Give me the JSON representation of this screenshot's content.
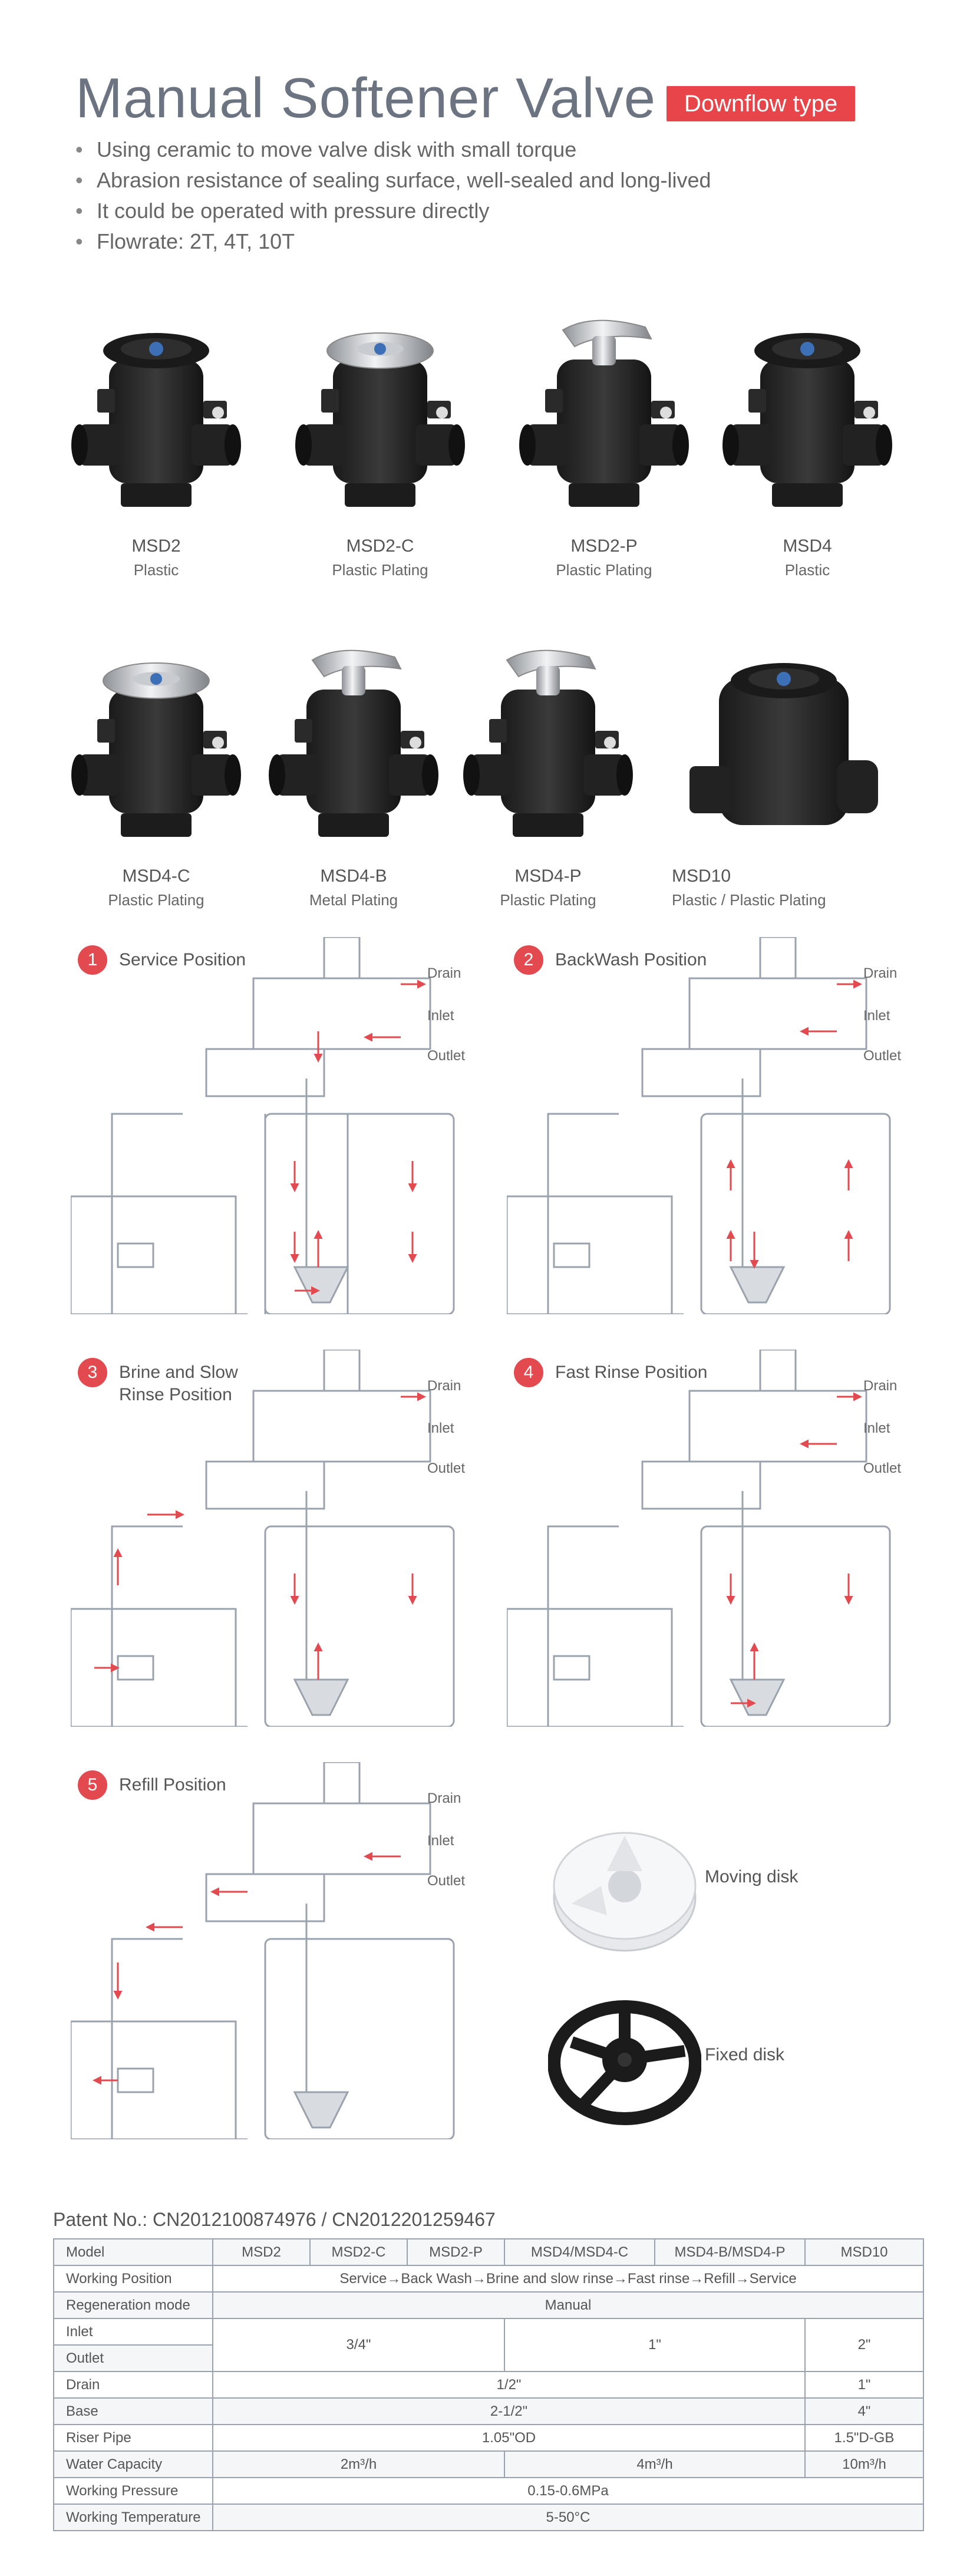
{
  "header": {
    "title": "Manual Softener Valve",
    "badge": "Downflow type",
    "bullets": [
      "Using ceramic to move valve disk with small torque",
      "Abrasion resistance of sealing surface, well-sealed and long-lived",
      "It could be operated with pressure directly",
      "Flowrate: 2T, 4T, 10T"
    ]
  },
  "products": [
    {
      "name": "MSD2",
      "material": "Plastic"
    },
    {
      "name": "MSD2-C",
      "material": "Plastic Plating"
    },
    {
      "name": "MSD2-P",
      "material": "Plastic Plating"
    },
    {
      "name": "MSD4",
      "material": "Plastic"
    },
    {
      "name": "MSD4-C",
      "material": "Plastic Plating"
    },
    {
      "name": "MSD4-B",
      "material": "Metal Plating"
    },
    {
      "name": "MSD4-P",
      "material": "Plastic Plating"
    },
    {
      "name": "MSD10",
      "material": "Plastic / Plastic Plating"
    }
  ],
  "positions": [
    {
      "num": "1",
      "label": "Service Position"
    },
    {
      "num": "2",
      "label": "BackWash Position"
    },
    {
      "num": "3",
      "label": "Brine and Slow Rinse Position"
    },
    {
      "num": "4",
      "label": "Fast Rinse Position"
    },
    {
      "num": "5",
      "label": "Refill Position"
    }
  ],
  "ports": {
    "drain": "Drain",
    "inlet": "Inlet",
    "outlet": "Outlet"
  },
  "disks": {
    "moving": "Moving disk",
    "fixed": "Fixed disk"
  },
  "patent": "Patent No.: CN2012100874976 / CN2012201259467",
  "spec": {
    "model_label": "Model",
    "models": [
      "MSD2",
      "MSD2-C",
      "MSD2-P",
      "MSD4/MSD4-C",
      "MSD4-B/MSD4-P",
      "MSD10"
    ],
    "working_position_label": "Working Position",
    "working_position": "Service→Back Wash→Brine and slow rinse→Fast rinse→Refill→Service",
    "regeneration_label": "Regeneration mode",
    "regeneration": "Manual",
    "inlet_label": "Inlet",
    "outlet_label": "Outlet",
    "inlet_outlet": [
      "3/4\"",
      "1\"",
      "2\""
    ],
    "drain_label": "Drain",
    "drain": [
      "1/2\"",
      "1\""
    ],
    "base_label": "Base",
    "base": [
      "2-1/2\"",
      "4\""
    ],
    "riser_label": "Riser Pipe",
    "riser": [
      "1.05\"OD",
      "1.5\"D-GB"
    ],
    "capacity_label": "Water Capacity",
    "capacity": [
      "2m³/h",
      "4m³/h",
      "10m³/h"
    ],
    "pressure_label": "Working Pressure",
    "pressure": "0.15-0.6MPa",
    "temperature_label": "Working Temperature",
    "temperature": "5-50°C"
  },
  "colors": {
    "accent": "#e8454a",
    "title": "#6b7480",
    "line": "#9aa3ad",
    "arrow": "#e34a4f"
  }
}
